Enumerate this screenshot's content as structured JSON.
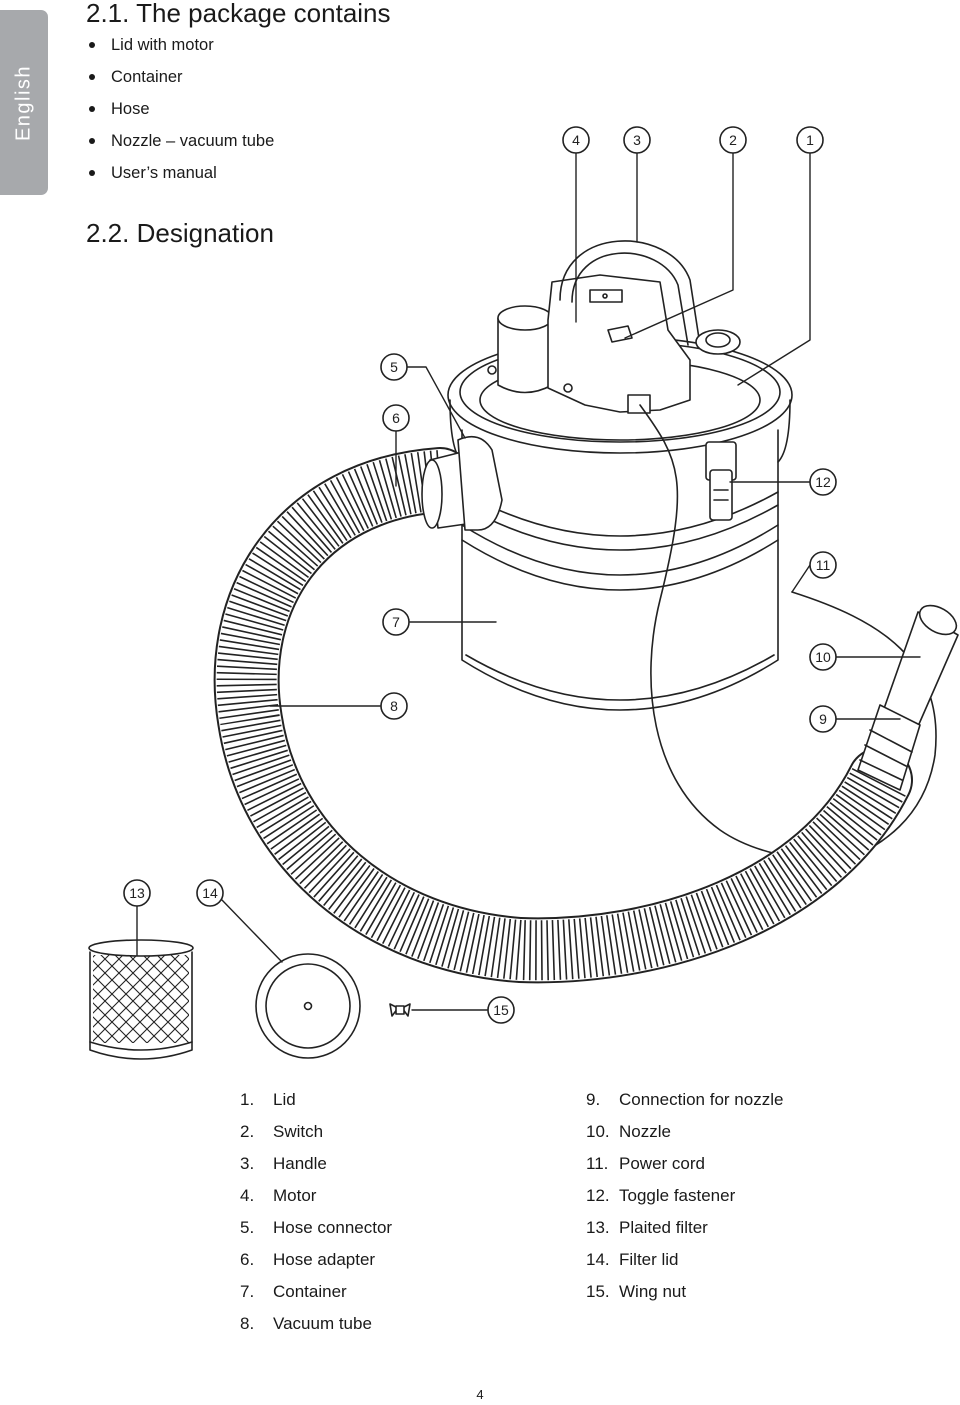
{
  "sidebar": {
    "language": "English"
  },
  "section_package": {
    "title": "2.1. The package contains",
    "items": [
      "Lid with motor",
      "Container",
      "Hose",
      "Nozzle – vacuum tube",
      "User’s manual"
    ]
  },
  "section_designation": {
    "title": "2.2. Designation"
  },
  "callouts": [
    "1",
    "2",
    "3",
    "4",
    "5",
    "6",
    "7",
    "8",
    "9",
    "10",
    "11",
    "12",
    "13",
    "14",
    "15"
  ],
  "legend_left": [
    {
      "num": "1.",
      "label": "Lid"
    },
    {
      "num": "2.",
      "label": "Switch"
    },
    {
      "num": "3.",
      "label": "Handle"
    },
    {
      "num": "4.",
      "label": "Motor"
    },
    {
      "num": "5.",
      "label": "Hose connector"
    },
    {
      "num": "6.",
      "label": "Hose adapter"
    },
    {
      "num": "7.",
      "label": "Container"
    },
    {
      "num": "8.",
      "label": "Vacuum tube"
    }
  ],
  "legend_right": [
    {
      "num": "9.",
      "label": "Connection for nozzle"
    },
    {
      "num": "10.",
      "label": "Nozzle"
    },
    {
      "num": "11.",
      "label": "Power cord"
    },
    {
      "num": "12.",
      "label": "Toggle fastener"
    },
    {
      "num": "13.",
      "label": "Plaited filter"
    },
    {
      "num": "14.",
      "label": "Filter lid"
    },
    {
      "num": "15.",
      "label": "Wing nut"
    }
  ],
  "page_number": "4",
  "colors": {
    "tab": "#a7a9ac",
    "text": "#1a1a1a",
    "line": "#222222"
  }
}
